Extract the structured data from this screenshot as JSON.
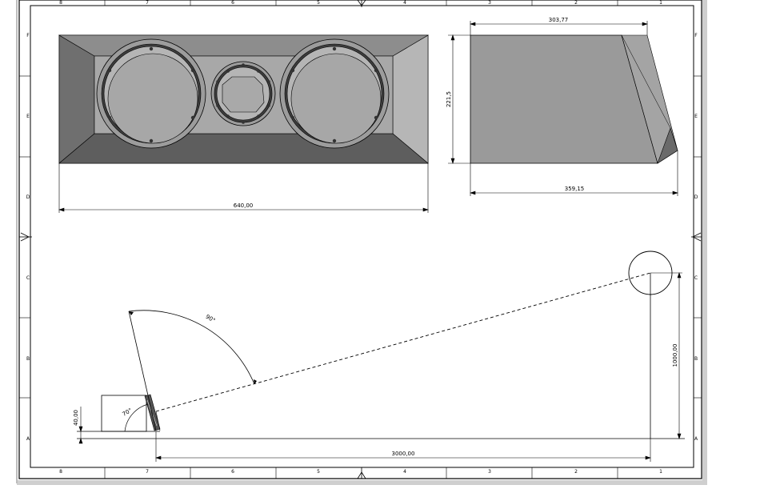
{
  "drawing": {
    "dimensions": {
      "front_width": "640,00",
      "side_top": "303,77",
      "side_height": "221,5",
      "side_bottom": "359,15",
      "angle_90": "90°",
      "angle_small": "70°",
      "height_40": "40,00",
      "height_1000": "1000,00",
      "distance_3000": "3000,00"
    },
    "zones": {
      "columns": [
        "8",
        "7",
        "6",
        "5",
        "4",
        "3",
        "2",
        "1"
      ],
      "rows": [
        "F",
        "E",
        "D",
        "C",
        "B",
        "A"
      ]
    }
  }
}
